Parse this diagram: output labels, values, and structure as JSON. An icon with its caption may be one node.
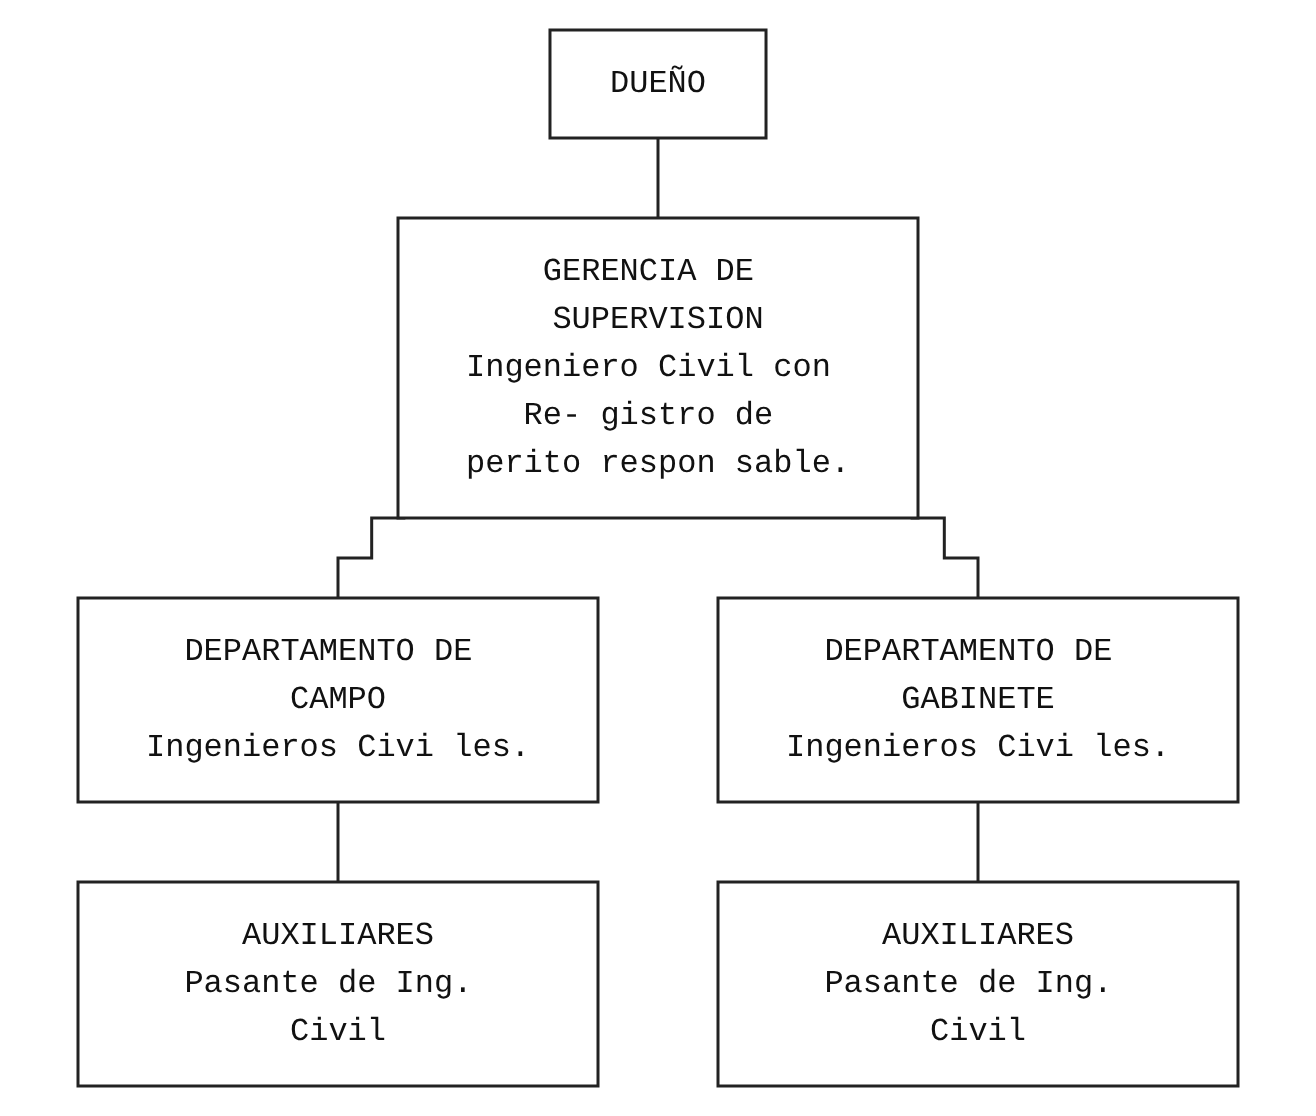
{
  "diagram": {
    "nodes": [
      {
        "text": [
          "DUEÑO"
        ]
      },
      {
        "text": [
          "GERENCIA DE SUPERVISION",
          "Ingeniero Civil con Re- gistro de perito respon sable."
        ]
      },
      {
        "text": [
          "DEPARTAMENTO DE CAMPO",
          "Ingenieros Civi les."
        ]
      },
      {
        "text": [
          "DEPARTAMENTO DE GABINETE",
          "Ingenieros Civi les."
        ]
      },
      {
        "text": [
          "AUXILIARES",
          "Pasante de Ing. Civil"
        ]
      },
      {
        "text": [
          "AUXILIARES",
          "Pasante de Ing. Civil"
        ]
      }
    ],
    "edges": [
      {
        "from": 0,
        "to": 1,
        "arrow": "none"
      },
      {
        "from": 1,
        "to": 2,
        "arrow": "none"
      },
      {
        "from": 1,
        "to": 3,
        "arrow": "none"
      },
      {
        "from": 2,
        "to": 4,
        "arrow": "none"
      },
      {
        "from": 3,
        "to": 5,
        "arrow": "none"
      }
    ]
  }
}
